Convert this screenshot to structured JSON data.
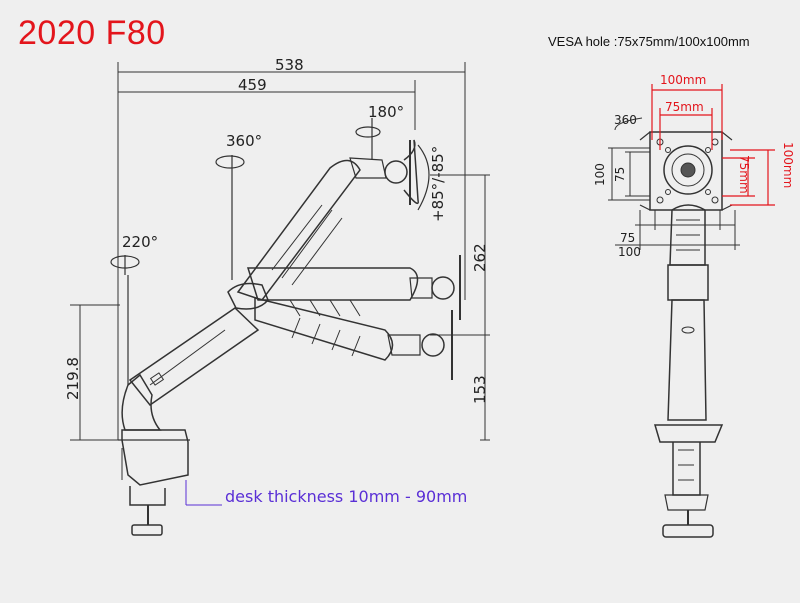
{
  "header": {
    "model": "2020 F80",
    "vesa": "VESA hole :75x75mm/100x100mm"
  },
  "side_view": {
    "total_reach": "538",
    "arm_reach": "459",
    "pole_height": "219.8",
    "rotation_base": "220°",
    "rotation_arm": "360°",
    "rotation_head": "180°",
    "tilt": "+85°/-85°",
    "lift_range": "262",
    "min_height": "153",
    "desk": "desk thickness 10mm - 90mm"
  },
  "front_view": {
    "swivel": "360",
    "vesa_large": "100mm",
    "vesa_small": "75mm",
    "vesa_large_v": "100mm",
    "vesa_small_v": "75mm",
    "height_large": "100",
    "height_small": "75",
    "width_small": "75",
    "width_large": "100"
  },
  "colors": {
    "accent_red": "#e3151c",
    "line": "#333333",
    "desk_text": "#5a2fd6"
  }
}
